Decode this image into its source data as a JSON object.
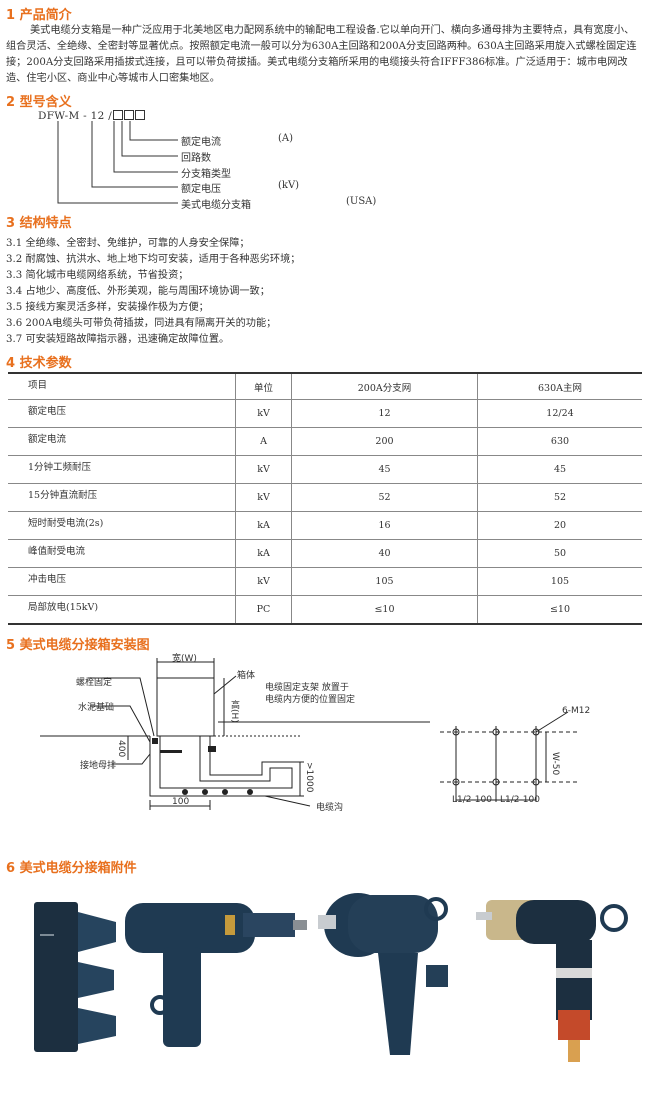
{
  "sections": {
    "s1": "1 产品简介",
    "s2": "2 型号含义",
    "s3": "3 结构特点",
    "s4": "4 技术参数",
    "s5": "5 美式电缆分接箱安装图",
    "s6": "6 美式电缆分接箱附件"
  },
  "intro": "美式电缆分支箱是一种广泛应用于北美地区电力配网系统中的输配电工程设备.它以单向开门、横向多通母排为主要特点，具有宽度小、组合灵活、全绝缘、全密封等显著优点。按照额定电流一般可以分为630A主回路和200A分支回路两种。630A主回路采用旋入式螺栓固定连接；200A分支回路采用插拔式连接，且可以带负荷拔插。美式电缆分支箱所采用的电缆接头符合IFFF386标准。广泛适用于：城市电网改造、住宅小区、商业中心等城市人口密集地区。",
  "model": {
    "code": "DFW-M - 12 /",
    "legend": [
      {
        "label": "额定电流",
        "unit": "(A)"
      },
      {
        "label": "回路数",
        "unit": ""
      },
      {
        "label": "分支箱类型",
        "unit": ""
      },
      {
        "label": "额定电压",
        "unit": "(kV)"
      },
      {
        "label": "美式电缆分支箱",
        "unit": "(USA)"
      }
    ]
  },
  "features": [
    "3.1 全绝缘、全密封、免维护，可靠的人身安全保障；",
    "3.2 耐腐蚀、抗洪水、地上地下均可安装，适用于各种恶劣环境；",
    "3.3 简化城市电缆网络系统，节省投资；",
    "3.4 占地少、高度低、外形美观，能与周围环境协调一致；",
    "3.5 接线方案灵活多样，安装操作极为方便；",
    "3.6 200A电缆头可带负荷插拔，同进具有隔离开关的功能；",
    "3.7 可安装短路故障指示器，迅速确定故障位置。"
  ],
  "specs": {
    "headers": [
      "项目",
      "单位",
      "200A分支网",
      "630A主网"
    ],
    "rows": [
      [
        "额定电压",
        "kV",
        "12",
        "12/24"
      ],
      [
        "额定电流",
        "A",
        "200",
        "630"
      ],
      [
        "1分钟工频耐压",
        "kV",
        "45",
        "45"
      ],
      [
        "15分钟直流耐压",
        "kV",
        "52",
        "52"
      ],
      [
        "短时耐受电流(2s)",
        "kA",
        "16",
        "20"
      ],
      [
        "峰值耐受电流",
        "kA",
        "40",
        "50"
      ],
      [
        "冲击电压",
        "kV",
        "105",
        "105"
      ],
      [
        "局部放电(15kV)",
        "PC",
        "≤10",
        "≤10"
      ]
    ]
  },
  "install": {
    "bolt_fix": "螺栓固定",
    "foundation": "水泥基础",
    "width": "宽(W)",
    "box": "箱体",
    "height": "高(H)",
    "bracket": "电缆固定支架 放置于\n电缆内方便的位置固定",
    "ground_bar": "接地母排",
    "dim_400": "400",
    "dim_100": "100",
    "dim_1000": ">1000",
    "trench": "电缆沟",
    "bolts": "6-M12",
    "w50": "W-50",
    "l1": "L1/2-100",
    "l2": "L1/2-100"
  },
  "colors": {
    "heading": "#e8701e",
    "text": "#333333",
    "accessory_body": "#1f3a52"
  }
}
